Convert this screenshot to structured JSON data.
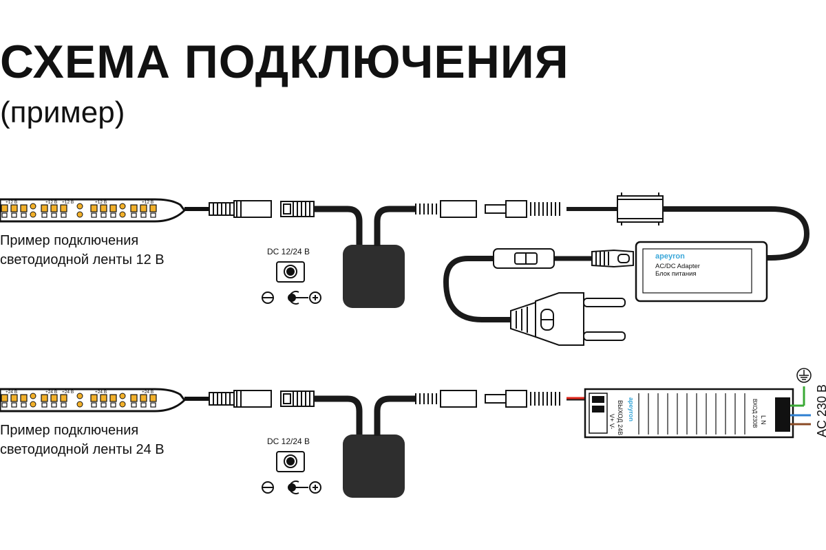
{
  "title": "СХЕМА ПОДКЛЮЧЕНИЯ",
  "subtitle": "(пример)",
  "strip1": {
    "caption_line1": "Пример подключения",
    "caption_line2": "светодиодной ленты 12 В",
    "led_label": "+12 В"
  },
  "strip2": {
    "caption_line1": "Пример подключения",
    "caption_line2": "светодиодной ленты 24 В",
    "led_label": "+24 В"
  },
  "dc_jack_label": "DC 12/24 В",
  "adapter": {
    "brand": "apeyron",
    "line1": "AC/DC Adapter",
    "line2": "Блок питания"
  },
  "psu": {
    "brand": "apeyron",
    "output_label": "ВЫХОД 24В",
    "output_terminals": "V+ V-",
    "input_label": "ВХОД 230В",
    "input_terminals": "L N"
  },
  "mains_label": "AC 230 В",
  "colors": {
    "cable": "#1a1a1a",
    "controller_body": "#2e2e2e",
    "led_chip": "#f2b02a",
    "brand_blue": "#3aa7d9",
    "wire_red": "#e0271c",
    "wire_green": "#3aa935",
    "wire_blue": "#2e7fd1",
    "wire_brown": "#8a4a24"
  }
}
